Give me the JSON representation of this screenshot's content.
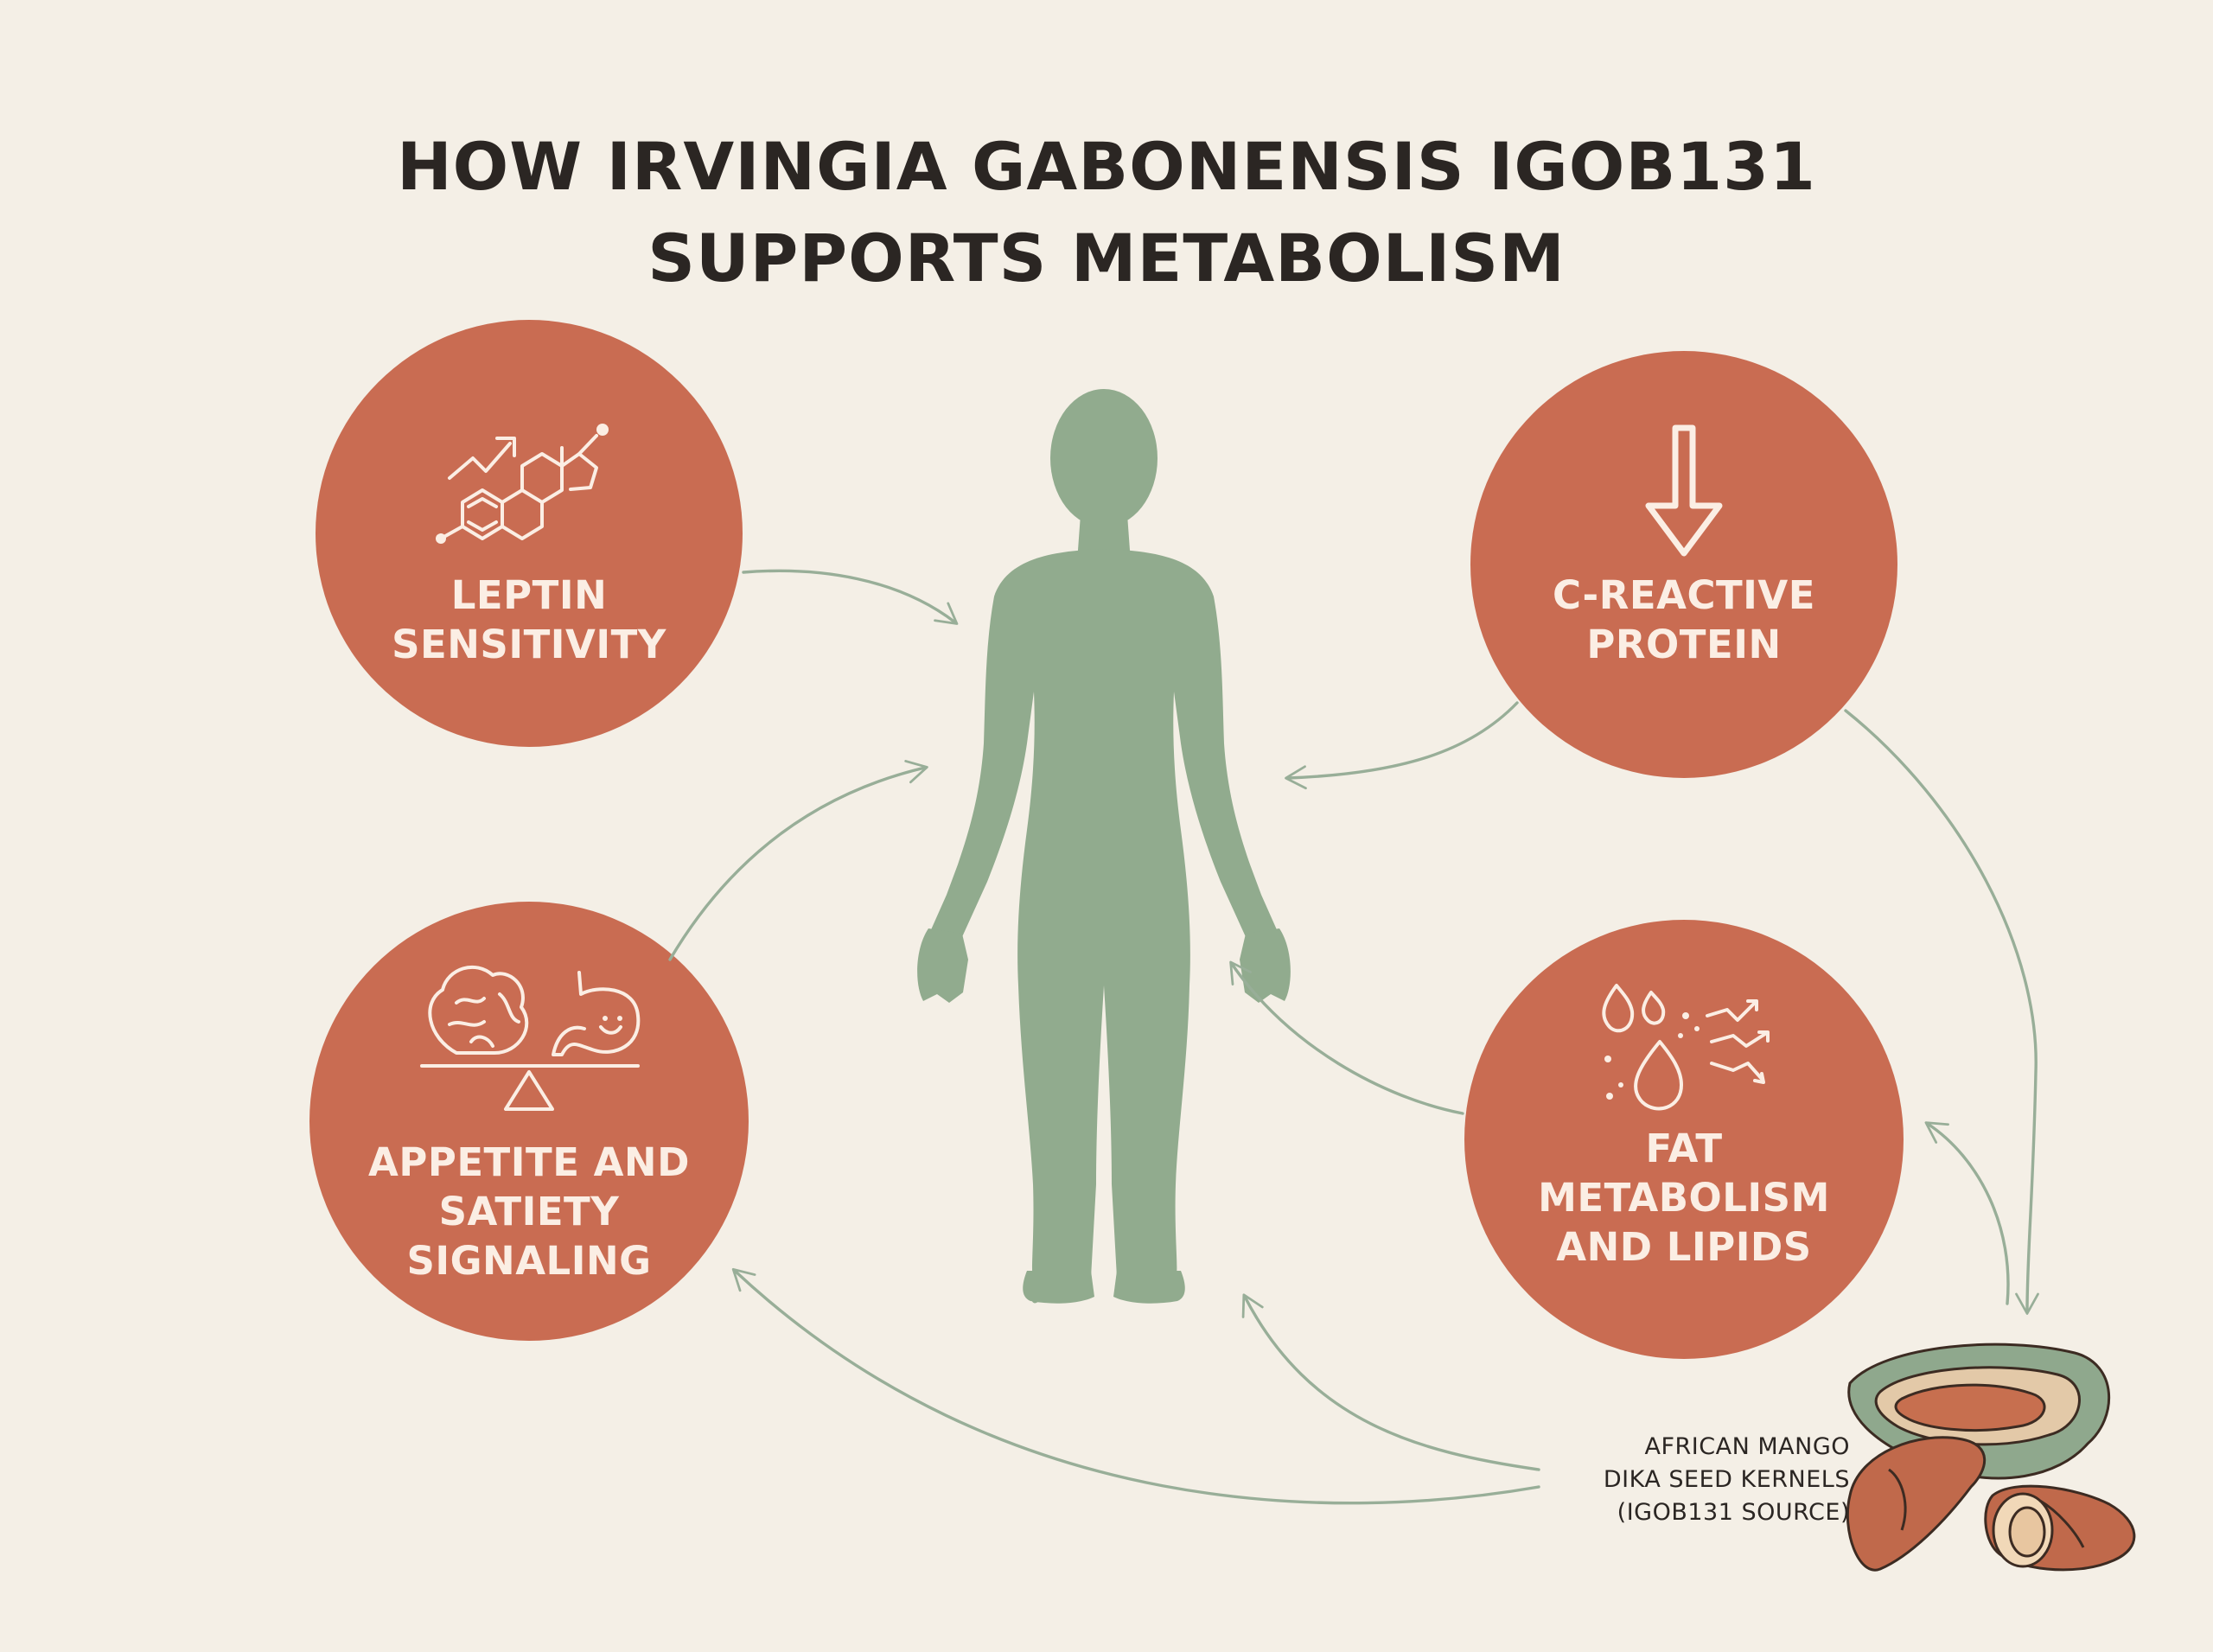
{
  "title": {
    "line1": "HOW IRVINGIA GABONENSIS IGOB131",
    "line2": "SUPPORTS METABOLISM"
  },
  "nodes": {
    "leptin": {
      "line1": "LEPTIN",
      "line2": "SENSITIVITY",
      "icon": "hormone-molecule-icon"
    },
    "crp": {
      "line1": "C-REACTIVE",
      "line2": "PROTEIN",
      "icon": "down-arrow-icon"
    },
    "appetite": {
      "line1": "APPETITE AND",
      "line2": "SATIETY",
      "line3": "SIGNALING",
      "icon": "brain-stomach-balance-icon"
    },
    "fat": {
      "line1": "FAT",
      "line2": "METABOLISM",
      "line3": "AND LIPIDS",
      "icon": "lipid-droplets-icon"
    }
  },
  "source": {
    "line1": "AFRICAN MANGO",
    "line2": "DIKA SEED KERNELS",
    "line3": "(IGOB131 SOURCE)",
    "icon": "dika-seed-kernels-icon"
  },
  "colors": {
    "background": "#f4efe6",
    "circle": "#c96c52",
    "figure": "#91ab8e",
    "arrow": "#98ae98",
    "text": "#2b2623",
    "circle_text": "#fbeee4"
  }
}
